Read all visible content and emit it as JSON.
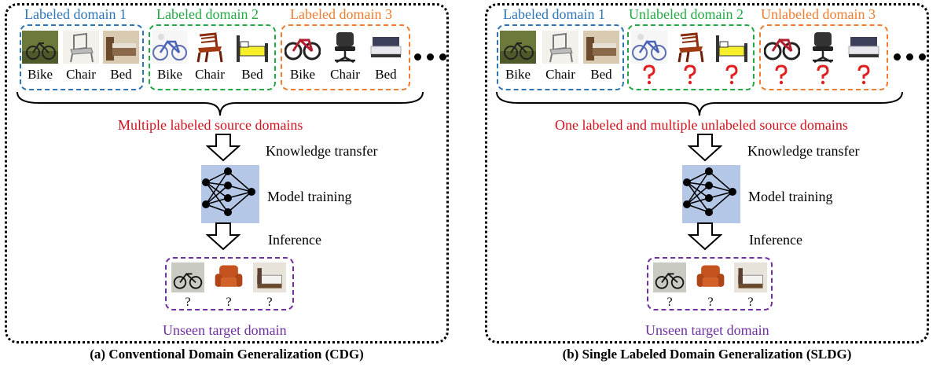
{
  "panel_a": {
    "domains": [
      {
        "title": "Labeled domain 1",
        "color": "#2e75b6",
        "labels": [
          "Bike",
          "Chair",
          "Bed"
        ]
      },
      {
        "title": "Labeled domain 2",
        "color": "#22a844",
        "labels": [
          "Bike",
          "Chair",
          "Bed"
        ]
      },
      {
        "title": "Labeled domain 3",
        "color": "#ed7d31",
        "labels": [
          "Bike",
          "Chair",
          "Bed"
        ]
      }
    ],
    "sources_text": "Multiple labeled source domains",
    "knowledge_transfer": "Knowledge transfer",
    "model_training": "Model training",
    "inference": "Inference",
    "target_marks": [
      "?",
      "?",
      "?"
    ],
    "target_text": "Unseen target domain",
    "caption": "(a) Conventional Domain Generalization (CDG)"
  },
  "panel_b": {
    "domains": [
      {
        "title": "Labeled domain 1",
        "color": "#2e75b6",
        "labels": [
          "Bike",
          "Chair",
          "Bed"
        ]
      },
      {
        "title": "Unlabeled domain 2",
        "color": "#22a844"
      },
      {
        "title": "Unlabeled domain 3",
        "color": "#ed7d31"
      }
    ],
    "sources_text": "One labeled and multiple unlabeled source domains",
    "knowledge_transfer": "Knowledge transfer",
    "model_training": "Model training",
    "inference": "Inference",
    "target_marks": [
      "?",
      "?",
      "?"
    ],
    "target_text": "Unseen target domain",
    "caption": "(b) Single Labeled Domain Generalization (SLDG)"
  },
  "colors": {
    "source_text": "#d0141e",
    "target": "#7030a0",
    "model_box": "#b4c7e7",
    "unknown_label": "#e02020"
  }
}
